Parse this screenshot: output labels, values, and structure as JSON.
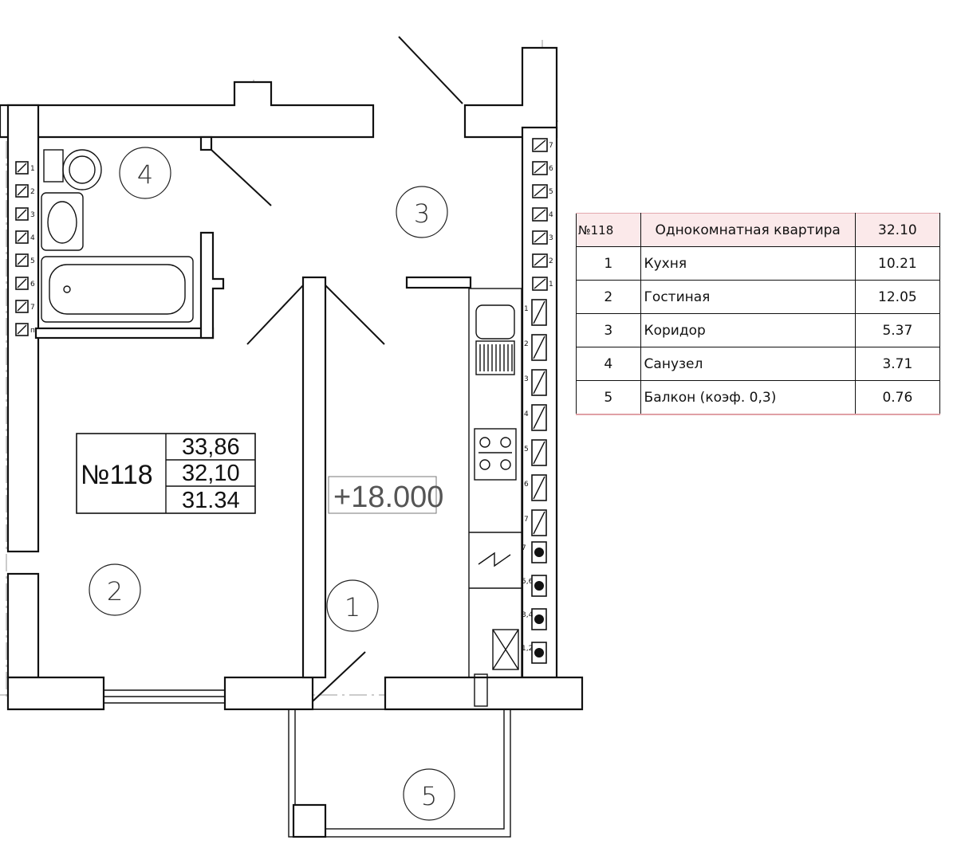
{
  "apartment": {
    "label": "№118",
    "areas": [
      "33,86",
      "32,10",
      "31.34"
    ],
    "elevation": "+18.000"
  },
  "rooms": [
    {
      "id": "1",
      "label": "1"
    },
    {
      "id": "2",
      "label": "2"
    },
    {
      "id": "3",
      "label": "3"
    },
    {
      "id": "4",
      "label": "4"
    },
    {
      "id": "5",
      "label": "5"
    }
  ],
  "vent_left_tags": [
    "1",
    "2",
    "3",
    "4",
    "5",
    "6",
    "7",
    "п."
  ],
  "vent_right_top_tags": [
    "7",
    "6",
    "5",
    "4",
    "3",
    "2",
    "1"
  ],
  "vent_right_mid_tags": [
    "1",
    "2",
    "3",
    "4",
    "5",
    "6",
    "7"
  ],
  "vent_right_bottom_tags": [
    "7",
    "5,6",
    "3,4",
    "1,2"
  ],
  "explication": {
    "header": {
      "num": "№118",
      "name": "Однокомнатная квартира",
      "area": "32.10"
    },
    "rows": [
      {
        "num": "1",
        "name": "Кухня",
        "area": "10.21"
      },
      {
        "num": "2",
        "name": "Гостиная",
        "area": "12.05"
      },
      {
        "num": "3",
        "name": "Коридор",
        "area": "5.37"
      },
      {
        "num": "4",
        "name": "Санузел",
        "area": "3.71"
      },
      {
        "num": "5",
        "name": "Балкон (коэф. 0,3)",
        "area": "0.76"
      }
    ]
  }
}
